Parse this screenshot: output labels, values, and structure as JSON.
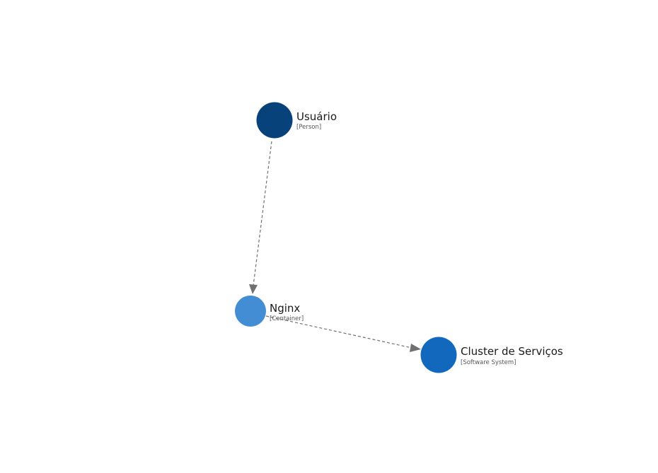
{
  "nodes": [
    {
      "id": "usuario",
      "name": "Usuário",
      "type": "[Person]",
      "color": "#08427b"
    },
    {
      "id": "nginx",
      "name": "Nginx",
      "type": "[Container]",
      "color": "#438dd5"
    },
    {
      "id": "cluster",
      "name": "Cluster de Serviços",
      "type": "[Software System]",
      "color": "#1168bd"
    }
  ],
  "edges": [
    {
      "from": "usuario",
      "to": "nginx"
    },
    {
      "from": "nginx",
      "to": "cluster"
    }
  ],
  "colors": {
    "edge": "#707070",
    "background": "#ffffff"
  }
}
